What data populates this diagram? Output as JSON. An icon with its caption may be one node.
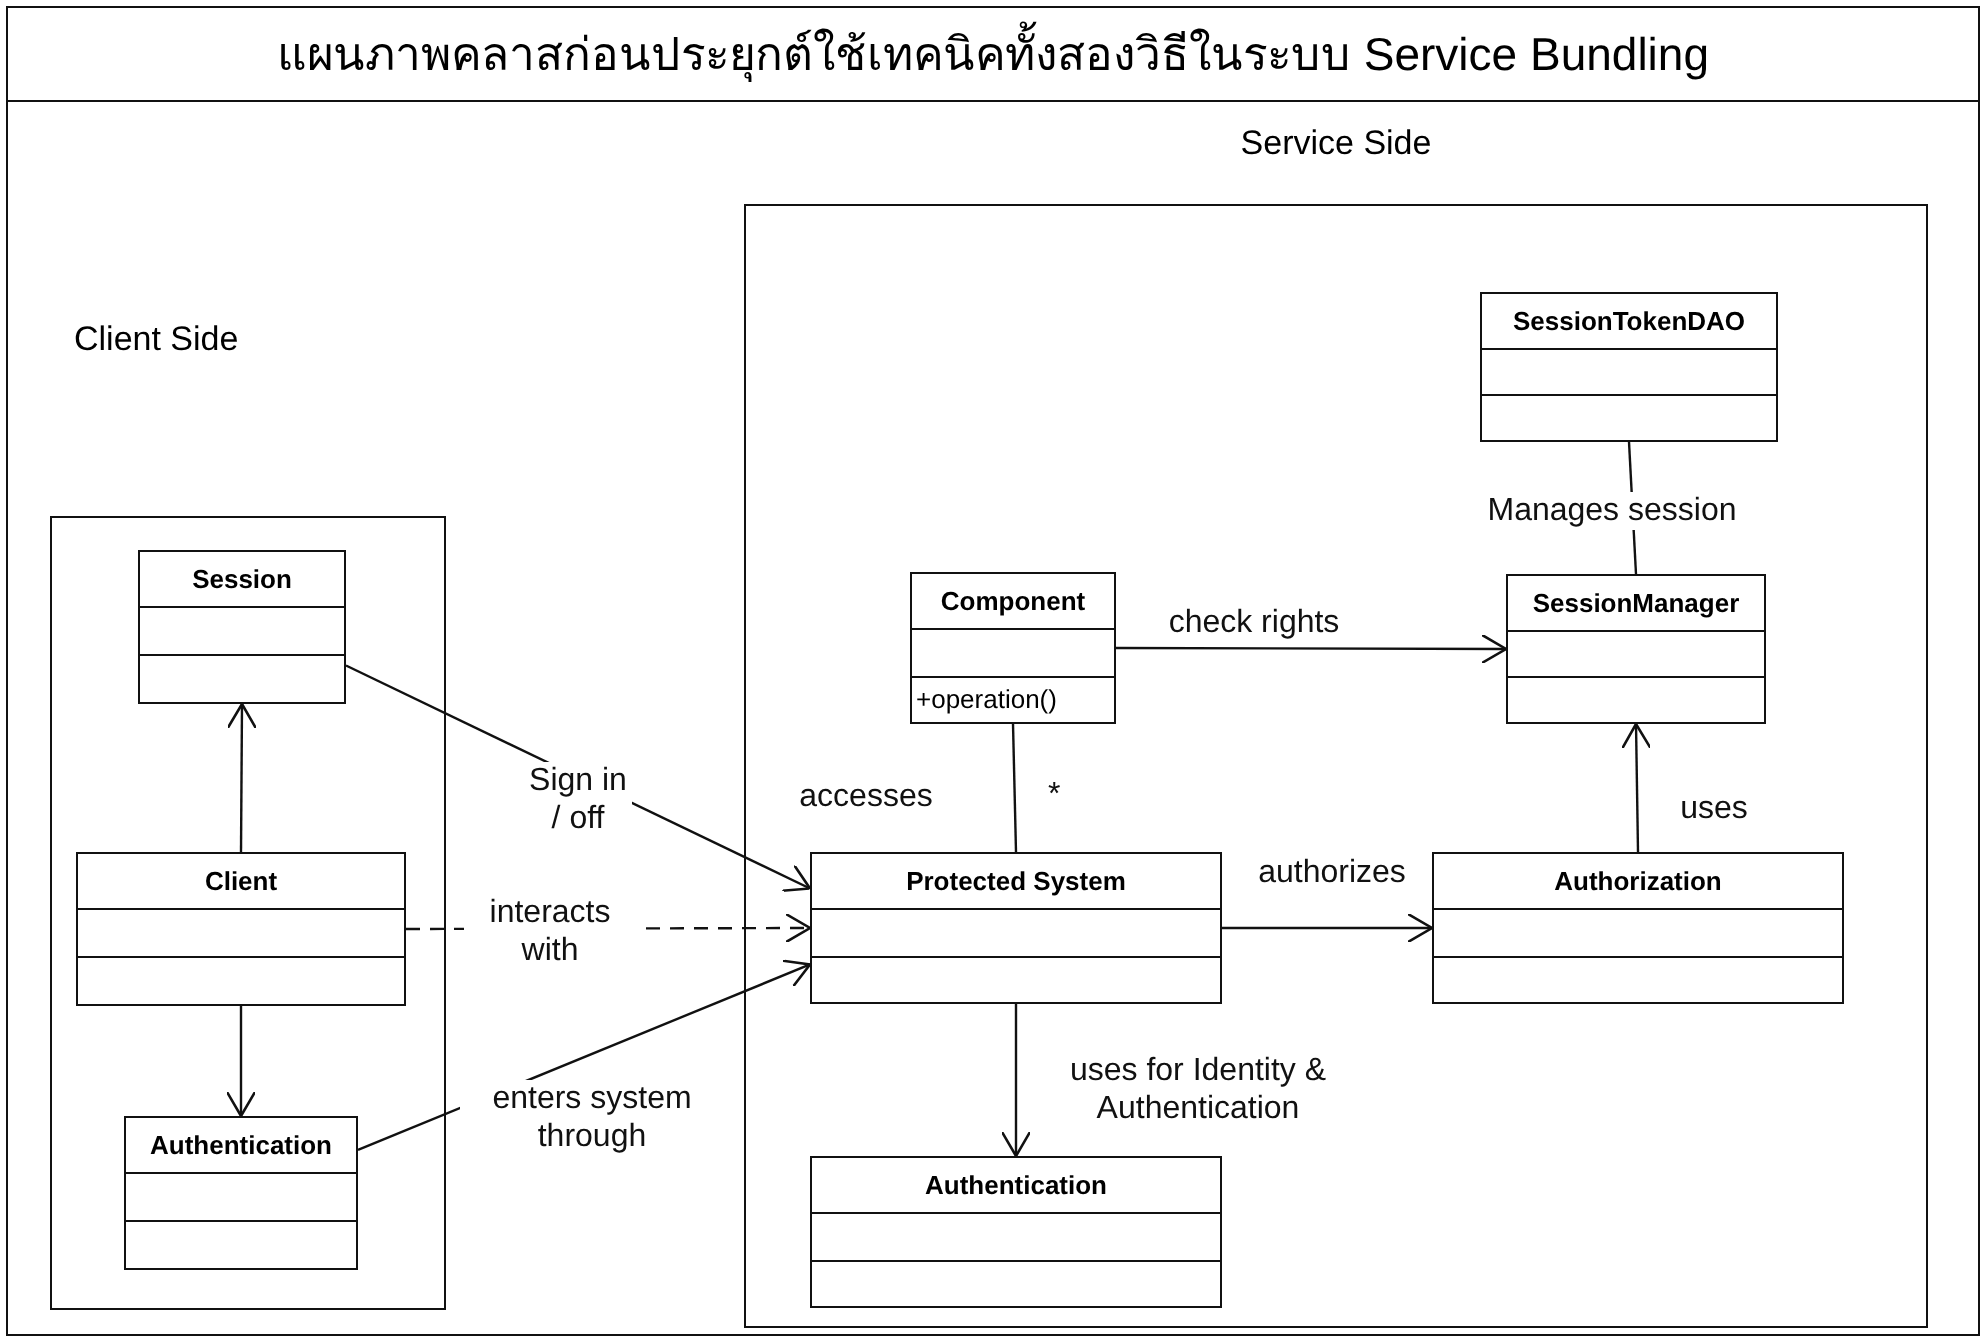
{
  "diagram": {
    "title": "แผนภาพคลาสก่อนประยุกต์ใช้เทคนิคทั้งสองวิธีในระบบ Service Bundling",
    "nodes": [
      {
        "text": [
          "Client Side"
        ]
      },
      {
        "text": [
          "Service Side"
        ]
      },
      {
        "text": [
          "Session"
        ],
        "in": 0
      },
      {
        "text": [
          "Client"
        ],
        "in": 0
      },
      {
        "text": [
          "Authentication"
        ],
        "in": 0
      },
      {
        "text": [
          "Component",
          "+operation()"
        ],
        "in": 1
      },
      {
        "text": [
          "SessionTokenDAO"
        ],
        "in": 1
      },
      {
        "text": [
          "SessionManager"
        ],
        "in": 1
      },
      {
        "text": [
          "Protected System"
        ],
        "in": 1
      },
      {
        "text": [
          "Authorization"
        ],
        "in": 1
      },
      {
        "text": [
          "Authentication"
        ],
        "in": 1
      }
    ],
    "edges": [
      {
        "from": 3,
        "to": 2,
        "arrow": "to"
      },
      {
        "from": 3,
        "to": 4,
        "arrow": "to"
      },
      {
        "from": 2,
        "to": 8,
        "arrow": "to",
        "label": "Sign in / off"
      },
      {
        "from": 3,
        "to": 8,
        "arrow": "to",
        "label": "interacts with",
        "style": "dashed"
      },
      {
        "from": 4,
        "to": 8,
        "arrow": "to",
        "label": "enters system through"
      },
      {
        "from": 5,
        "to": 8,
        "arrow": "none",
        "label": "accesses"
      },
      {
        "from": 5,
        "to": 7,
        "arrow": "to",
        "label": "check rights"
      },
      {
        "from": 6,
        "to": 7,
        "arrow": "none",
        "label": "Manages session"
      },
      {
        "from": 9,
        "to": 7,
        "arrow": "to",
        "label": "uses"
      },
      {
        "from": 8,
        "to": 9,
        "arrow": "to",
        "label": "authorizes"
      },
      {
        "from": 8,
        "to": 10,
        "arrow": "to",
        "label": "uses for Identity & Authentication"
      }
    ],
    "labels": [
      "*"
    ]
  }
}
